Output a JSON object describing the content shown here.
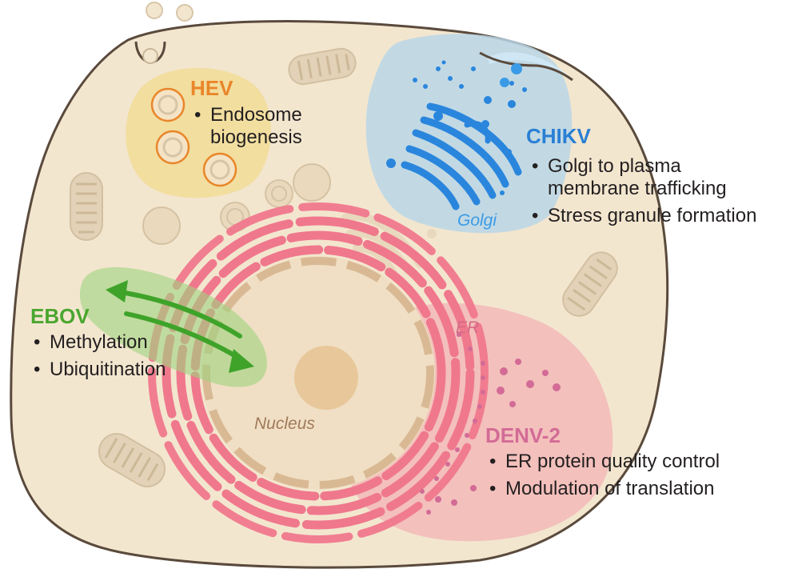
{
  "colors": {
    "cell_fill": "#f3e6cf",
    "cell_outline": "#5a4a3c",
    "hev": "#e9862a",
    "chikv": "#2a7fd4",
    "ebov": "#4aa62f",
    "denv": "#d36b96",
    "er": "#f0788c",
    "golgi": "#3a9ae6",
    "text": "#231f20"
  },
  "organelles": {
    "golgi": "Golgi",
    "er": "ER",
    "nucleus": "Nucleus"
  },
  "viruses": [
    {
      "id": "hev",
      "name": "HEV",
      "functions": [
        "Endosome biogenesis"
      ]
    },
    {
      "id": "chikv",
      "name": "CHIKV",
      "functions": [
        "Golgi to plasma membrane trafficking",
        "Stress granule formation"
      ]
    },
    {
      "id": "ebov",
      "name": "EBOV",
      "functions": [
        "Methylation",
        "Ubiquitination"
      ]
    },
    {
      "id": "denv",
      "name": "DENV-2",
      "functions": [
        "ER protein quality control",
        "Modulation of translation"
      ]
    }
  ],
  "display_lines": {
    "hev": [
      "Endosome",
      "biogenesis"
    ],
    "chikv": [
      "Golgi to plasma",
      "membrane trafficking"
    ]
  },
  "icons": [
    "endosome-icon",
    "mitochondrion-icon",
    "golgi-icon",
    "er-icon",
    "nucleus-icon",
    "bidirectional-arrow-icon",
    "vesicle-icon"
  ]
}
